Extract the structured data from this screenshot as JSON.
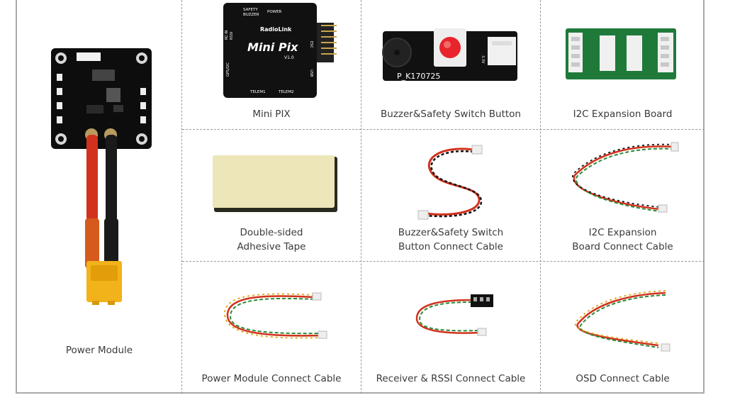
{
  "items": [
    {
      "id": "power-module",
      "label": "Power Module"
    },
    {
      "id": "mini-pix",
      "label": "Mini PIX"
    },
    {
      "id": "buzzer-switch",
      "label": "Buzzer&Safety Switch Button"
    },
    {
      "id": "i2c-board",
      "label": "I2C Expansion Board"
    },
    {
      "id": "tape",
      "label_line1": "Double-sided",
      "label_line2": "Adhesive Tape"
    },
    {
      "id": "buzzer-cable",
      "label_line1": "Buzzer&Safety Switch",
      "label_line2": "Button Connect Cable"
    },
    {
      "id": "i2c-cable",
      "label_line1": "I2C Expansion",
      "label_line2": "Board Connect Cable"
    },
    {
      "id": "power-cable",
      "label": "Power Module Connect Cable"
    },
    {
      "id": "receiver-cable",
      "label": "Receiver & RSSI Connect Cable"
    },
    {
      "id": "osd-cable",
      "label": "OSD Connect Cable"
    }
  ],
  "device_labels": {
    "minipix_brand": "RadioLink",
    "minipix_name": "Mini Pix",
    "minipix_version": "V1.0",
    "minipix_safety": "SAFETY",
    "minipix_buzzer": "BUZZER",
    "minipix_power": "POWER",
    "minipix_rcin": "RC IN",
    "minipix_rssi": "RSSI",
    "minipix_gps": "GPS/I2C",
    "minipix_esc": "ESC",
    "minipix_usb": "USB",
    "minipix_telem1": "TELEM1",
    "minipix_telem2": "TELEM2",
    "buzzer_board_code": "P_K170725",
    "buzzer_board_voltage": "3.3V"
  },
  "colors": {
    "frame": "#a9a9a9",
    "divider": "#9a9a9a",
    "pcb": "#0d0d0d",
    "green_pcb": "#1f7a3a",
    "tape": "#ece6b8",
    "xt60": "#f2b21a",
    "wire_red": "#d2321d",
    "wire_black": "#1a1a1a"
  }
}
